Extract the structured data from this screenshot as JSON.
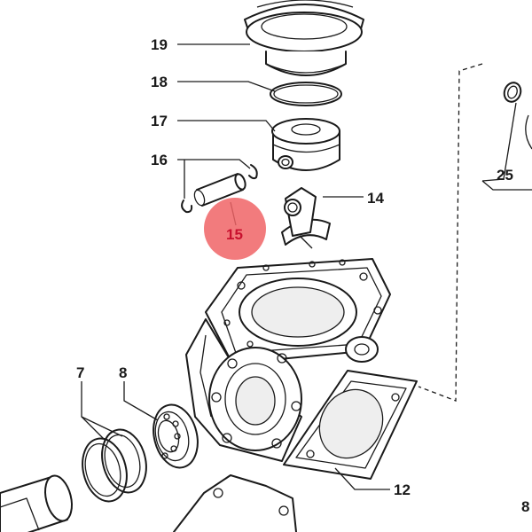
{
  "callouts": {
    "c19": "19",
    "c18": "18",
    "c17": "17",
    "c16": "16",
    "c15": "15",
    "c14": "14",
    "c25": "25",
    "c7": "7",
    "c8": "8",
    "c12": "12",
    "c8b": "8"
  },
  "highlight": {
    "part": "15",
    "fill_color": "#f06466",
    "text_color": "#c8102e"
  }
}
